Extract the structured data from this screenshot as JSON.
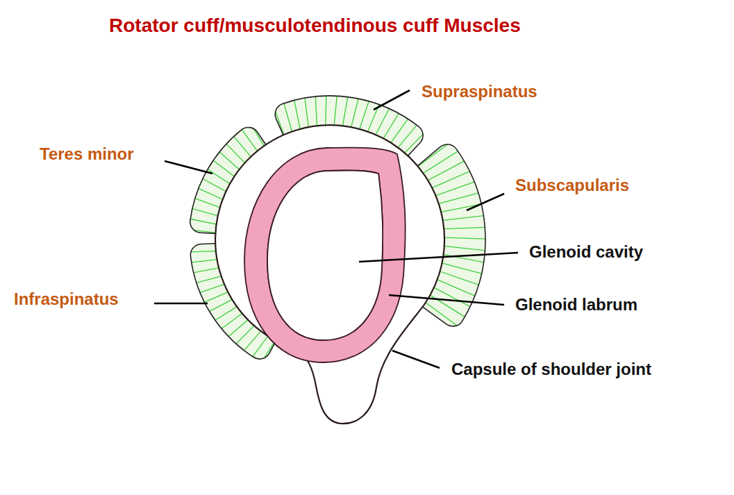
{
  "diagram": {
    "title": "Rotator cuff/musculotendinous cuff Muscles",
    "labels": [
      "Supraspinatus",
      "Teres minor",
      "Subscapularis",
      "Glenoid cavity",
      "Infraspinatus",
      "Glenoid labrum",
      "Capsule of shoulder joint"
    ]
  }
}
